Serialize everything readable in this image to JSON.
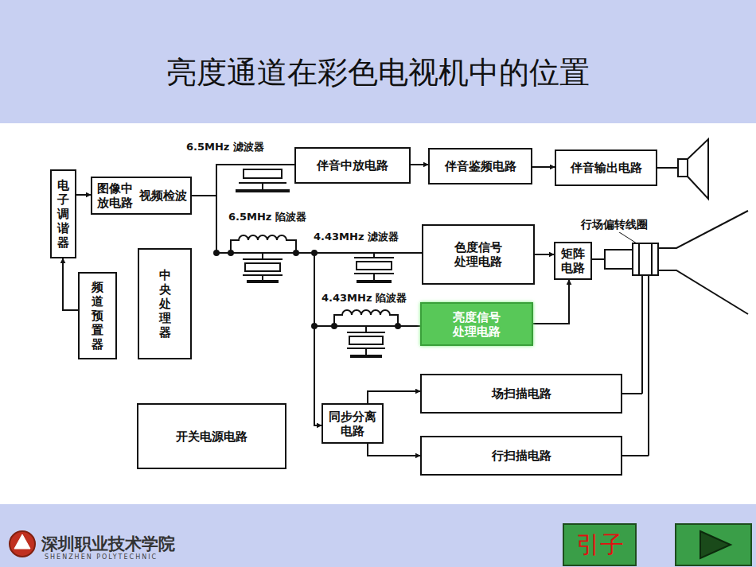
{
  "diagram": {
    "title": "亮度通道在彩色电视机中的位置",
    "nodes": [
      {
        "text": [
          "电子调谐器"
        ]
      },
      {
        "text": [
          "图像中 放电路",
          "视频检波"
        ]
      },
      {
        "text": [
          "伴音中放电路"
        ]
      },
      {
        "text": [
          "伴音鉴频电路"
        ]
      },
      {
        "text": [
          "伴音输出电路"
        ]
      },
      {
        "text": [
          "频道预置器"
        ]
      },
      {
        "text": [
          "中央处理器"
        ]
      },
      {
        "text": [
          "色度信号 处理电路"
        ]
      },
      {
        "text": [
          "矩阵 电路"
        ]
      },
      {
        "text": [
          "亮度信号 处理电路"
        ]
      },
      {
        "text": [
          "同步分离 电路"
        ]
      },
      {
        "text": [
          "场扫描电路"
        ]
      },
      {
        "text": [
          "行扫描电路"
        ]
      },
      {
        "text": [
          "开关电源电路"
        ]
      },
      {
        "text": [
          "引子"
        ]
      }
    ],
    "edges": [
      {
        "from": 5,
        "to": 0,
        "arrow": "to"
      },
      {
        "from": 0,
        "to": 1,
        "arrow": "to"
      },
      {
        "from": 1,
        "to": 2,
        "arrow": "none"
      },
      {
        "from": 2,
        "to": 3,
        "arrow": "to"
      },
      {
        "from": 3,
        "to": 4,
        "arrow": "to"
      },
      {
        "from": 1,
        "to": 7,
        "arrow": "none"
      },
      {
        "from": 1,
        "to": 9,
        "arrow": "none"
      },
      {
        "from": 1,
        "to": 10,
        "arrow": "to"
      },
      {
        "from": 7,
        "to": 8,
        "arrow": "to"
      },
      {
        "from": 9,
        "to": 8,
        "arrow": "to"
      },
      {
        "from": 10,
        "to": 11,
        "arrow": "to"
      },
      {
        "from": 10,
        "to": 12,
        "arrow": "to"
      }
    ],
    "labels": [
      "6.5MHz 滤波器",
      "6.5MHz 陷波器",
      "4.43MHz 滤波器",
      "4.43MHz 陷波器",
      "行场偏转线圈",
      "深圳职业技术学院",
      "SHENZHEN POLYTECHNIC"
    ]
  }
}
